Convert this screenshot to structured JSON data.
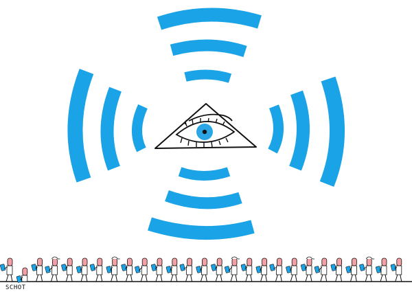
{
  "illustration": {
    "subject": "All-seeing eye in a triangle emitting wifi-style signal waves in four directions, above a row of people walking while looking at smartphones",
    "signature": "SCHOT",
    "colors": {
      "background": "#ffffff",
      "signal_blue": "#1aa3e6",
      "iris_blue": "#2aa6e6",
      "skin_pink": "#f2a0a6",
      "ink": "#111111"
    },
    "signal_arcs": {
      "directions": [
        "up",
        "down",
        "left",
        "right"
      ],
      "arcs_per_direction": 3
    },
    "crowd": {
      "figure_count": 27,
      "holding": "smartphone"
    }
  }
}
